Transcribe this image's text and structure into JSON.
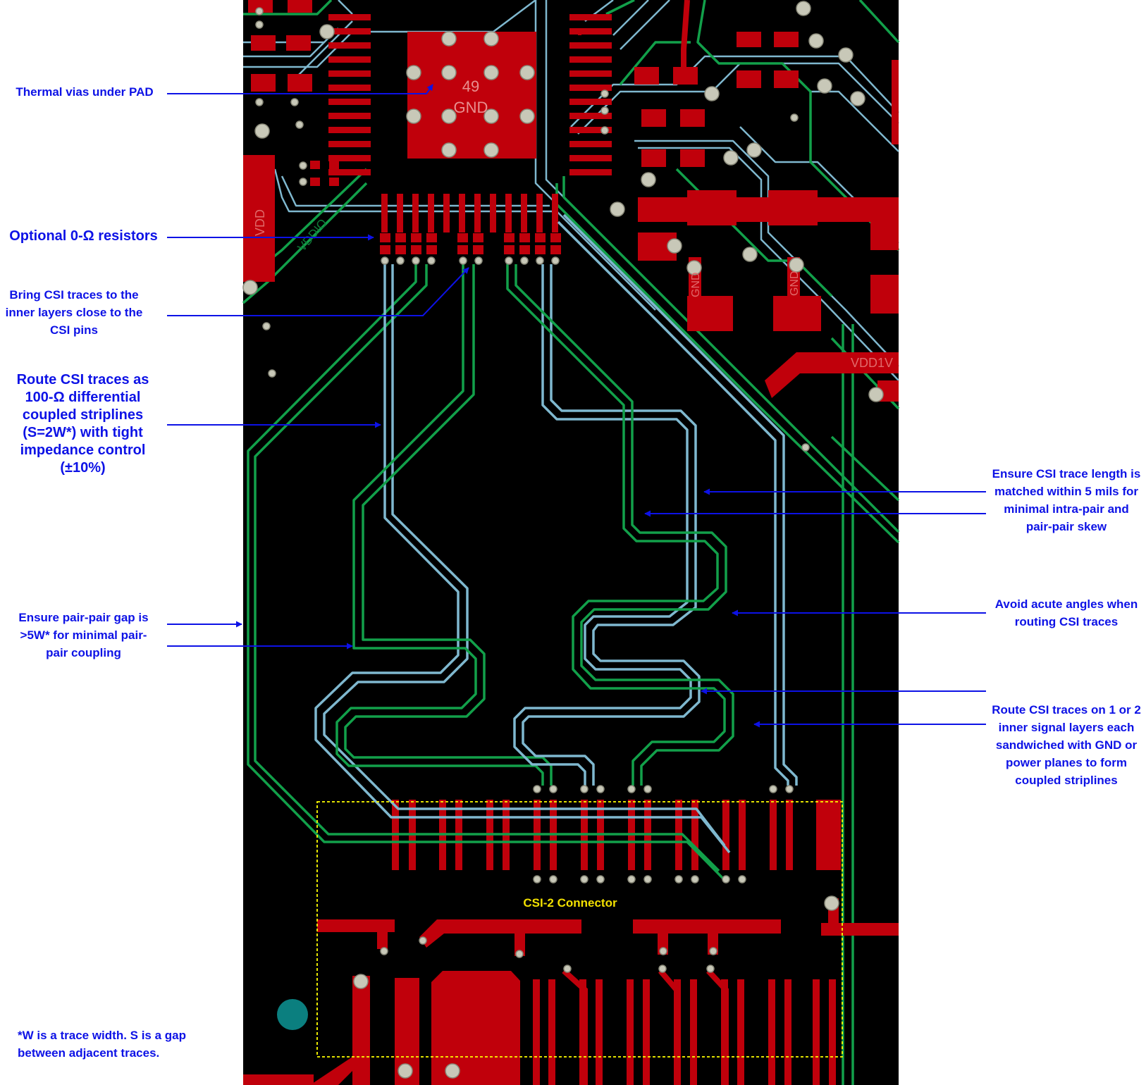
{
  "diagram": {
    "board_labels": {
      "pad_number": "49",
      "pad_net": "GND",
      "vdd": "VDD",
      "vddio": "VDDIO",
      "gnd1": "GND",
      "gnd2": "GND",
      "vdd1v": "VDD1V",
      "connector": "CSI-2 Connector"
    },
    "annotations": {
      "thermal_vias": "Thermal vias under PAD",
      "resistors": "Optional 0-Ω resistors",
      "inner_layers": "Bring CSI traces to the\ninner layers close to the\nCSI pins",
      "striplines": "Route CSI traces as\n100-Ω differential\ncoupled striplines\n(S=2W*) with tight\nimpedance control\n(±10%)",
      "pair_gap": "Ensure pair-pair gap is\n>5W* for minimal pair-\npair coupling",
      "length_match": "Ensure CSI trace length is\nmatched within 5 mils for\nminimal intra-pair and\npair-pair skew",
      "acute_angles": "Avoid acute angles when\nrouting CSI traces",
      "inner_signal": "Route CSI traces on 1 or 2\ninner signal layers each\nsandwiched with GND or\npower planes to form\ncoupled striplines",
      "footnote": "*W is a trace width.  S is a gap\nbetween adjacent traces."
    },
    "colors": {
      "board": "#000000",
      "copper_top": "#c0000b",
      "inner_green": "#12a04a",
      "inner_blue": "#7fb8cf",
      "via": "#c8c8b8",
      "annotation": "#0d12e6",
      "connector_outline": "#ffff00",
      "teal_dot": "#0b7f7f"
    }
  }
}
